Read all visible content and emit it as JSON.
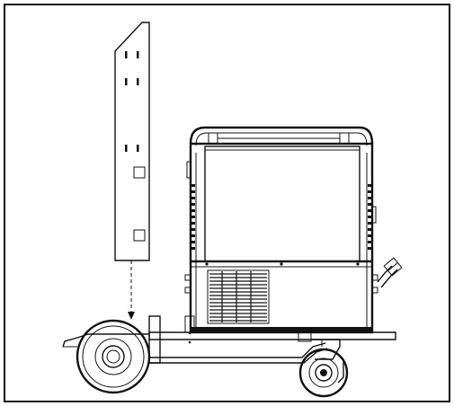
{
  "figure": {
    "kind": "technical-illustration",
    "subject": "side-mounting-panel-onto-welding-machine-trolley",
    "colors": {
      "ink": "#111111",
      "background": "#ffffff",
      "frame": "#111111"
    },
    "icons": [
      "side-panel",
      "welding-machine",
      "trolley",
      "front-wheel",
      "rear-caster-wheel",
      "insertion-arrow"
    ]
  }
}
